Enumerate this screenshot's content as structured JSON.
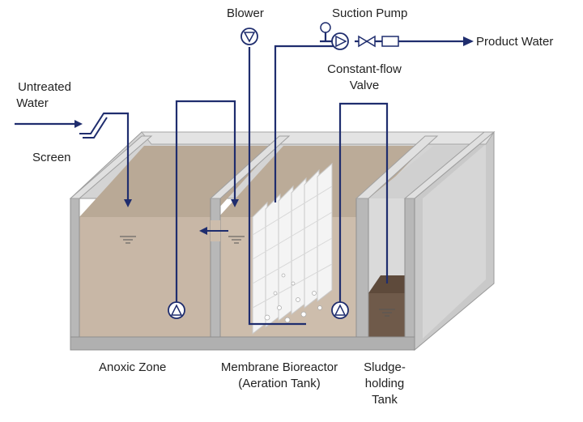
{
  "labels": {
    "blower": "Blower",
    "suction_pump": "Suction Pump",
    "product_water": "Product Water",
    "constant_flow_valve_line1": "Constant-flow",
    "constant_flow_valve_line2": "Valve",
    "untreated_water_line1": "Untreated",
    "untreated_water_line2": "Water",
    "screen": "Screen",
    "anoxic_zone": "Anoxic Zone",
    "membrane_bioreactor_line1": "Membrane Bioreactor",
    "membrane_bioreactor_line2": "(Aeration Tank)",
    "sludge_tank_line1": "Sludge-",
    "sludge_tank_line2": "holding",
    "sludge_tank_line3": "Tank"
  },
  "colors": {
    "pipe": "#1f2d6e",
    "water": "#c8b7a6",
    "water_top": "#b5a493",
    "sludge": "#6f5a4a",
    "concrete_light": "#d8d8d8",
    "concrete_mid": "#bdbdbd",
    "concrete_dark": "#9a9a9a",
    "membrane": "#f2f2f2"
  }
}
